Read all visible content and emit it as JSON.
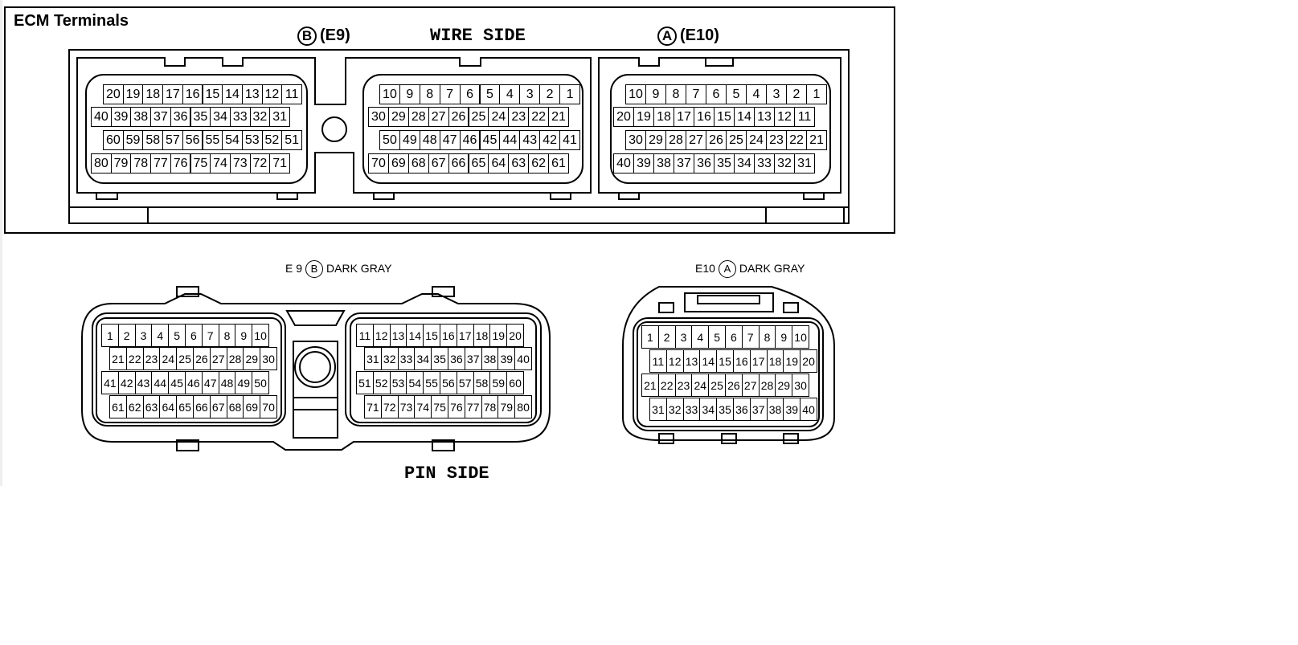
{
  "title": "ECM Terminals",
  "wire_side": {
    "label": "WIRE SIDE",
    "e9_header": {
      "letter": "B",
      "code": "(E9)"
    },
    "e10_header": {
      "letter": "A",
      "code": "(E10)"
    },
    "e9_block1_rows": [
      [
        "20",
        "19",
        "18",
        "17",
        "16",
        "15",
        "14",
        "13",
        "12",
        "11"
      ],
      [
        "40",
        "39",
        "38",
        "37",
        "36",
        "35",
        "34",
        "33",
        "32",
        "31"
      ],
      [
        "60",
        "59",
        "58",
        "57",
        "56",
        "55",
        "54",
        "53",
        "52",
        "51"
      ],
      [
        "80",
        "79",
        "78",
        "77",
        "76",
        "75",
        "74",
        "73",
        "72",
        "71"
      ]
    ],
    "e9_block2_rows": [
      [
        "10",
        "9",
        "8",
        "7",
        "6",
        "5",
        "4",
        "3",
        "2",
        "1"
      ],
      [
        "30",
        "29",
        "28",
        "27",
        "26",
        "25",
        "24",
        "23",
        "22",
        "21"
      ],
      [
        "50",
        "49",
        "48",
        "47",
        "46",
        "45",
        "44",
        "43",
        "42",
        "41"
      ],
      [
        "70",
        "69",
        "68",
        "67",
        "66",
        "65",
        "64",
        "63",
        "62",
        "61"
      ]
    ],
    "e10_rows": [
      [
        "10",
        "9",
        "8",
        "7",
        "6",
        "5",
        "4",
        "3",
        "2",
        "1"
      ],
      [
        "20",
        "19",
        "18",
        "17",
        "16",
        "15",
        "14",
        "13",
        "12",
        "11"
      ],
      [
        "30",
        "29",
        "28",
        "27",
        "26",
        "25",
        "24",
        "23",
        "22",
        "21"
      ],
      [
        "40",
        "39",
        "38",
        "37",
        "36",
        "35",
        "34",
        "33",
        "32",
        "31"
      ]
    ]
  },
  "pin_side": {
    "label": "PIN SIDE",
    "e9_label": {
      "code": "E 9",
      "letter": "B",
      "color": "DARK GRAY"
    },
    "e10_label": {
      "code": "E10",
      "letter": "A",
      "color": "DARK GRAY"
    },
    "e9_left_rows": [
      [
        "1",
        "2",
        "3",
        "4",
        "5",
        "6",
        "7",
        "8",
        "9",
        "10"
      ],
      [
        "21",
        "22",
        "23",
        "24",
        "25",
        "26",
        "27",
        "28",
        "29",
        "30"
      ],
      [
        "41",
        "42",
        "43",
        "44",
        "45",
        "46",
        "47",
        "48",
        "49",
        "50"
      ],
      [
        "61",
        "62",
        "63",
        "64",
        "65",
        "66",
        "67",
        "68",
        "69",
        "70"
      ]
    ],
    "e9_right_rows": [
      [
        "11",
        "12",
        "13",
        "14",
        "15",
        "16",
        "17",
        "18",
        "19",
        "20"
      ],
      [
        "31",
        "32",
        "33",
        "34",
        "35",
        "36",
        "37",
        "38",
        "39",
        "40"
      ],
      [
        "51",
        "52",
        "53",
        "54",
        "55",
        "56",
        "57",
        "58",
        "59",
        "60"
      ],
      [
        "71",
        "72",
        "73",
        "74",
        "75",
        "76",
        "77",
        "78",
        "79",
        "80"
      ]
    ],
    "e10_rows": [
      [
        "1",
        "2",
        "3",
        "4",
        "5",
        "6",
        "7",
        "8",
        "9",
        "10"
      ],
      [
        "11",
        "12",
        "13",
        "14",
        "15",
        "16",
        "17",
        "18",
        "19",
        "20"
      ],
      [
        "21",
        "22",
        "23",
        "24",
        "25",
        "26",
        "27",
        "28",
        "29",
        "30"
      ],
      [
        "31",
        "32",
        "33",
        "34",
        "35",
        "36",
        "37",
        "38",
        "39",
        "40"
      ]
    ]
  }
}
